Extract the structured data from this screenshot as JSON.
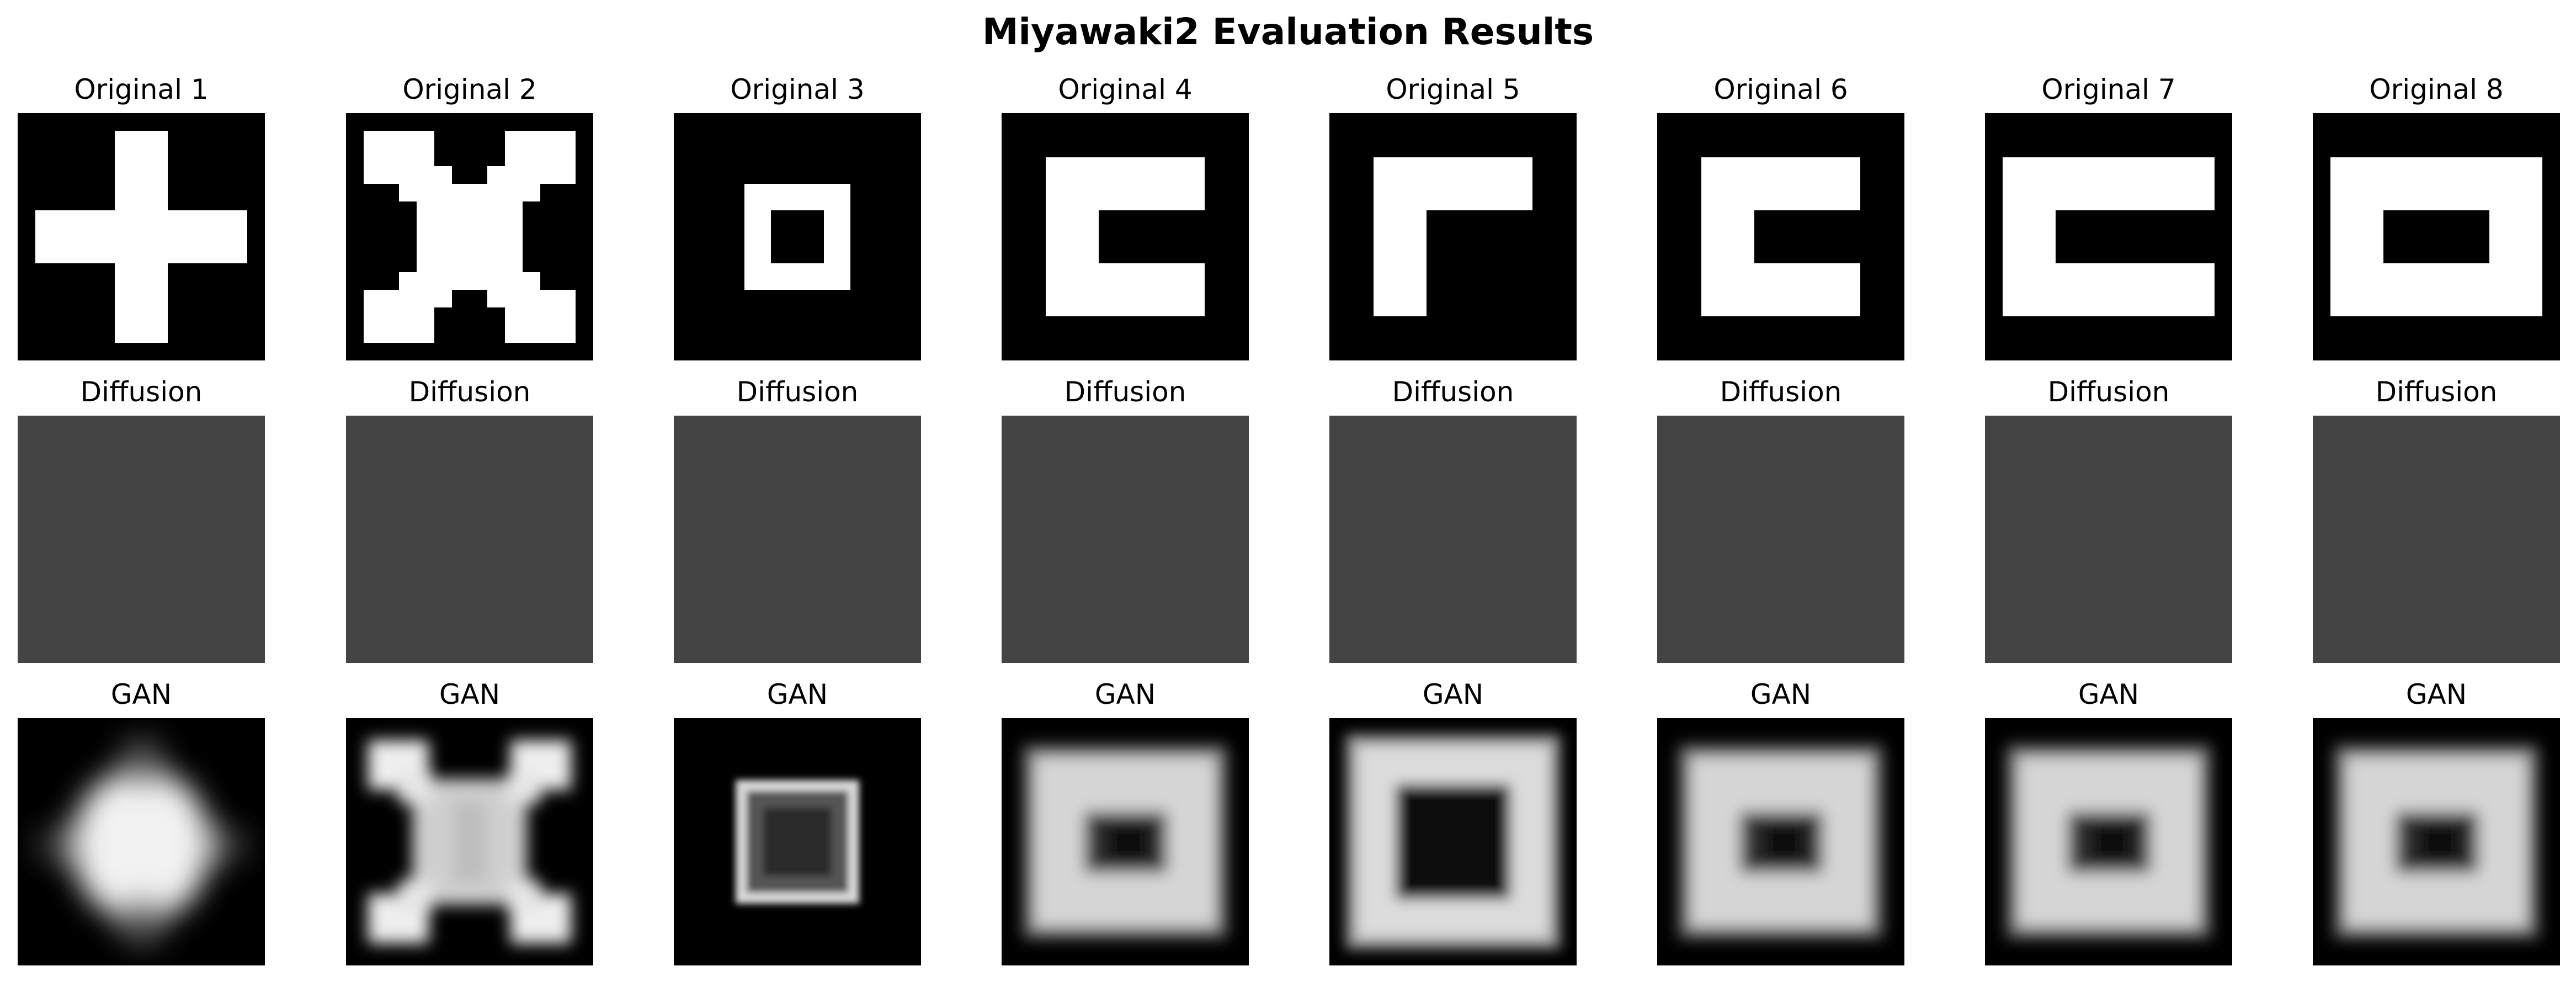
{
  "title": "Miyawaki2 Evaluation Results",
  "rows": [
    {
      "id": "original",
      "panels": [
        {
          "label": "Original 1",
          "shape": "plus"
        },
        {
          "label": "Original 2",
          "shape": "x"
        },
        {
          "label": "Original 3",
          "shape": "small-square-ring"
        },
        {
          "label": "Original 4",
          "shape": "c-shape"
        },
        {
          "label": "Original 5",
          "shape": "corner-l"
        },
        {
          "label": "Original 6",
          "shape": "c-shape"
        },
        {
          "label": "Original 7",
          "shape": "wide-c-shape"
        },
        {
          "label": "Original 8",
          "shape": "wide-rect-ring"
        }
      ]
    },
    {
      "id": "diffusion",
      "panels": [
        {
          "label": "Diffusion",
          "shape": "uniform-gray"
        },
        {
          "label": "Diffusion",
          "shape": "uniform-gray"
        },
        {
          "label": "Diffusion",
          "shape": "uniform-gray"
        },
        {
          "label": "Diffusion",
          "shape": "uniform-gray"
        },
        {
          "label": "Diffusion",
          "shape": "uniform-gray"
        },
        {
          "label": "Diffusion",
          "shape": "uniform-gray"
        },
        {
          "label": "Diffusion",
          "shape": "uniform-gray"
        },
        {
          "label": "Diffusion",
          "shape": "uniform-gray"
        }
      ]
    },
    {
      "id": "gan",
      "panels": [
        {
          "label": "GAN",
          "shape": "blurry-blob"
        },
        {
          "label": "GAN",
          "shape": "blurry-x"
        },
        {
          "label": "GAN",
          "shape": "blurry-small-ring"
        },
        {
          "label": "GAN",
          "shape": "blurry-ring"
        },
        {
          "label": "GAN",
          "shape": "blurry-square-ring"
        },
        {
          "label": "GAN",
          "shape": "blurry-ring"
        },
        {
          "label": "GAN",
          "shape": "blurry-ring"
        },
        {
          "label": "GAN",
          "shape": "blurry-ring"
        }
      ]
    }
  ],
  "colors": {
    "background": "#ffffff",
    "panel_black": "#000000",
    "shape_white": "#ffffff",
    "diffusion_gray": "#444444"
  }
}
